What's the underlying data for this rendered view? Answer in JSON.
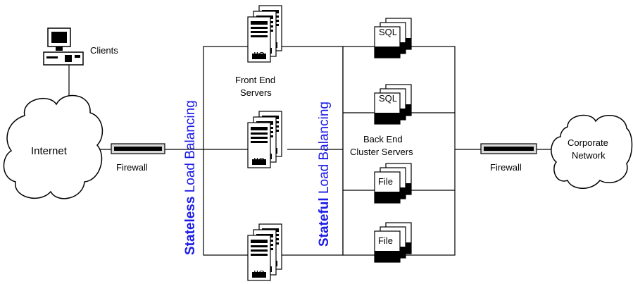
{
  "clients": "Clients",
  "internet": "Internet",
  "firewall_left": "Firewall",
  "firewall_right": "Firewall",
  "corporate_network": [
    "Corporate",
    "Network"
  ],
  "stateless": {
    "bold": "Stateless",
    "rest": " Load Balancing"
  },
  "stateful": {
    "bold": "Stateful",
    "rest": " Load Balancing"
  },
  "front_end_servers": [
    "Front End",
    "Servers"
  ],
  "back_end_servers": [
    "Back End",
    "Cluster Servers"
  ],
  "iis_label": "IIS",
  "sql_label": "SQL",
  "file_label": "File",
  "colors": {
    "load_balancing_text": "#1a1ae6",
    "lines": "#000000"
  }
}
